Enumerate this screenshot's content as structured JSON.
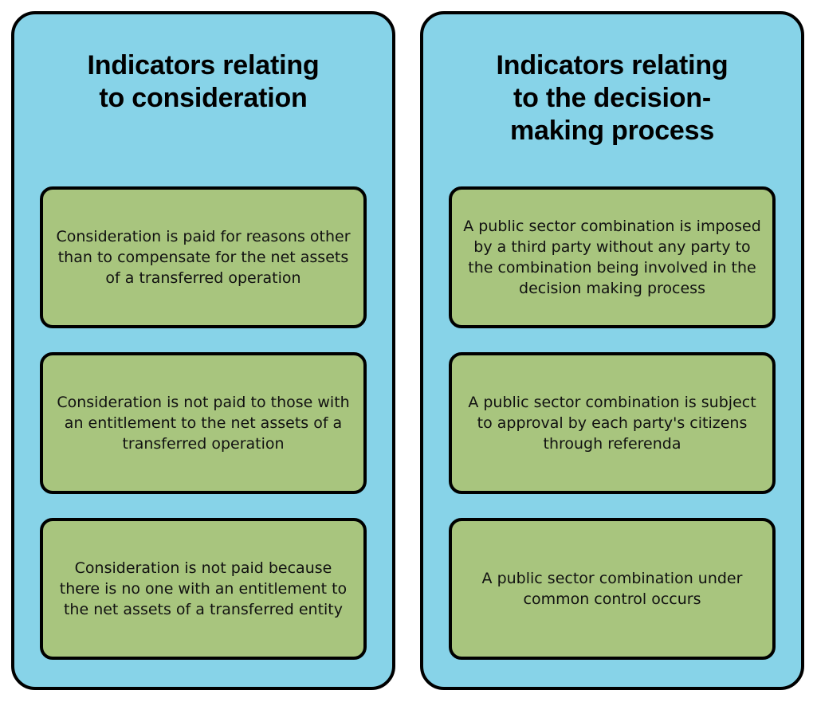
{
  "diagram": {
    "type": "two-column-grouped-list",
    "background_color": "#ffffff",
    "panel_color": "#87d3e8",
    "card_color": "#a8c57e",
    "border_color": "#000000",
    "text_color": "#111111",
    "columns": [
      {
        "id": "consideration",
        "title": "Indicators relating\nto consideration",
        "cards": [
          {
            "text": "Consideration is paid for reasons other than to compensate for the net assets of a transferred operation"
          },
          {
            "text": "Consideration is not paid to those with an entitlement to the net assets of a transferred operation"
          },
          {
            "text": "Consideration is not paid because there is no one with an entitlement to the net assets of a transferred entity"
          }
        ]
      },
      {
        "id": "decision-making-process",
        "title": "Indicators relating\nto the decision-\nmaking process",
        "cards": [
          {
            "text": "A public sector combination is imposed by a third party without any party to the combination being involved in the decision making process"
          },
          {
            "text": "A public sector combination is subject to approval by each party's citizens through referenda"
          },
          {
            "text": "A public sector combination under common control occurs"
          }
        ]
      }
    ]
  }
}
